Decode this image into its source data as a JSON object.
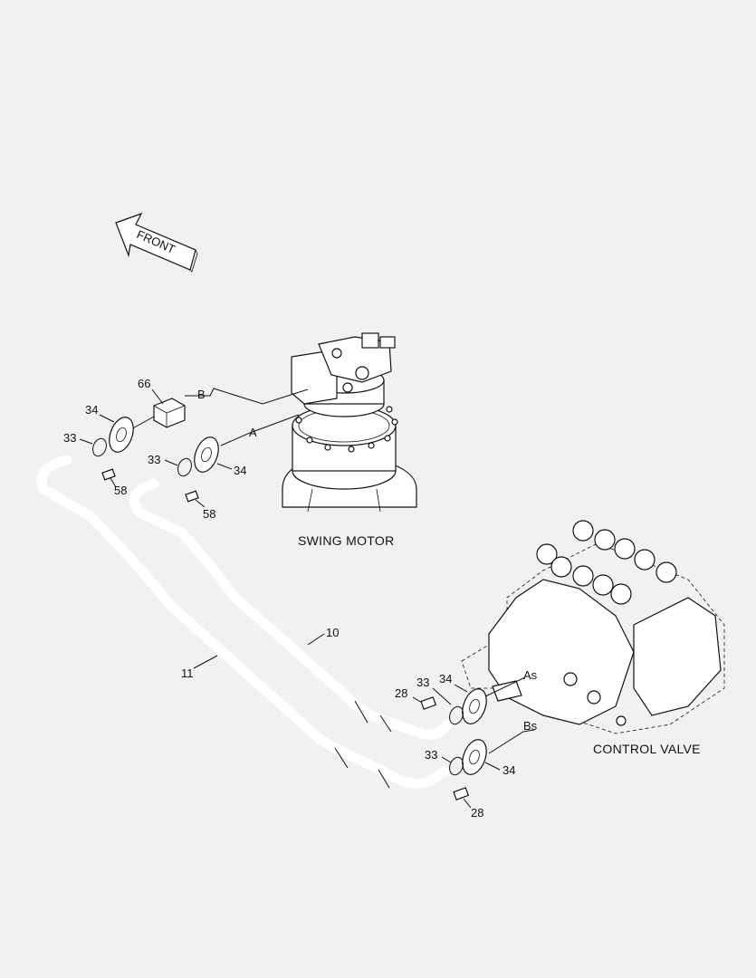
{
  "arrow": {
    "label": "FRONT"
  },
  "assemblies": {
    "swing_motor": "SWING MOTOR",
    "control_valve": "CONTROL VALVE"
  },
  "ports": {
    "a": "A",
    "b": "B",
    "as": "As",
    "bs": "Bs"
  },
  "callouts": {
    "p66": "66",
    "p34_a": "34",
    "p33_a": "33",
    "p58_a": "58",
    "p33_b": "33",
    "p34_b": "34",
    "p58_b": "58",
    "p10": "10",
    "p11": "11",
    "p28_a": "28",
    "p33_c": "33",
    "p34_c": "34",
    "p33_d": "33",
    "p34_d": "34",
    "p28_b": "28"
  },
  "colors": {
    "line": "#111111",
    "background": "#f1f1f1",
    "fill": "#ffffff"
  }
}
